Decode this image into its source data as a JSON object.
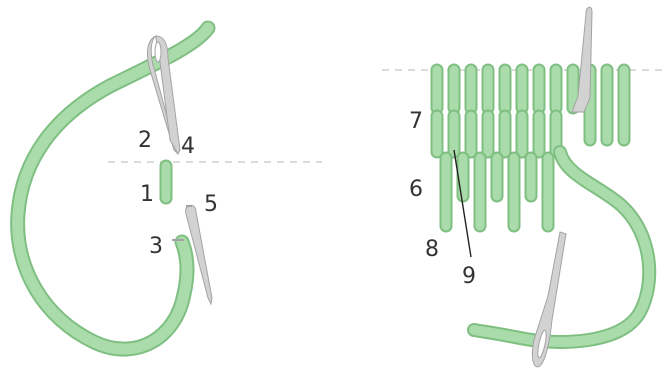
{
  "colors": {
    "thread_fill": "#a9dcaa",
    "thread_edge": "#7fbf82",
    "needle_fill": "#d2d2d2",
    "needle_edge": "#a3a3a3",
    "guide_line": "#cfcfcf",
    "label_text": "#333333",
    "pointer_line": "#222222"
  },
  "left_figure": {
    "points": [
      "1",
      "2",
      "3",
      "4",
      "5"
    ]
  },
  "right_figure": {
    "points": [
      "6",
      "7",
      "8",
      "9"
    ]
  }
}
